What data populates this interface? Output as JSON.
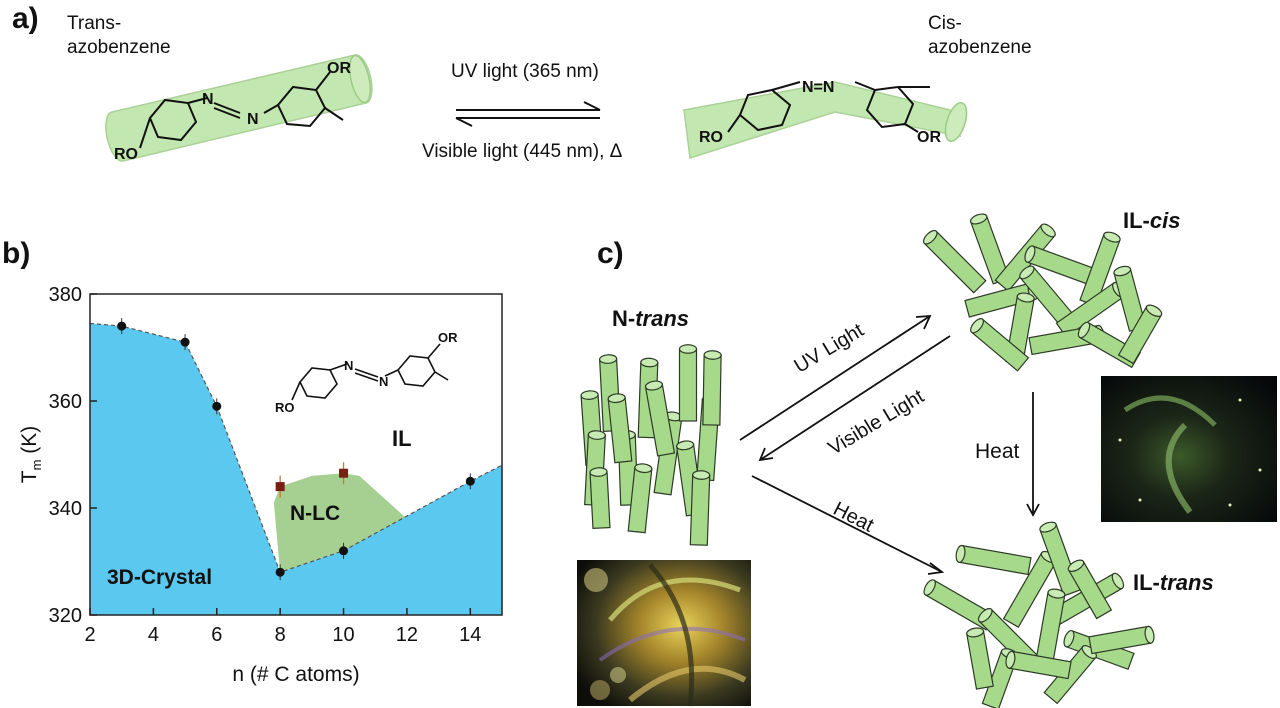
{
  "panel_a": {
    "label": "a)",
    "trans_label": [
      "Trans-",
      "azobenzene"
    ],
    "cis_label": [
      "Cis-",
      "azobenzene"
    ],
    "forward_label": "UV light (365 nm)",
    "reverse_label": "Visible light (445 nm), Δ",
    "substituent": "OR",
    "substituent_left": "RO",
    "azo": "N=N"
  },
  "panel_b": {
    "label": "b)",
    "regions": {
      "il": "IL",
      "nlc": "N-LC",
      "crystal": "3D-Crystal"
    },
    "colors": {
      "crystal": "#5bc8ef",
      "nlc": "#9ccb86",
      "nlc_points": "#7a1e12",
      "crystal_points": "#111111"
    }
  },
  "panel_c": {
    "label": "c)",
    "n_trans": {
      "prefix": "N-",
      "italic": "trans"
    },
    "il_cis": {
      "prefix": "IL-",
      "italic": "cis"
    },
    "il_trans": {
      "prefix": "IL-",
      "italic": "trans"
    },
    "uv_light": "UV Light",
    "visible_light": "Visible Light",
    "heat_diag": "Heat",
    "heat_vert": "Heat",
    "rod_color": "#a6d98a"
  },
  "chart_data": {
    "type": "area",
    "title": "",
    "xlabel": "n (# C atoms)",
    "ylabel": "T_m (K)",
    "xlim": [
      2,
      15
    ],
    "ylim": [
      320,
      380
    ],
    "xticks": [
      2,
      4,
      6,
      8,
      10,
      12,
      14
    ],
    "yticks": [
      320,
      340,
      360,
      380
    ],
    "series": [
      {
        "name": "3D-Crystal",
        "x": [
          2,
          3,
          5,
          6,
          8,
          10,
          14,
          15
        ],
        "y": [
          374.5,
          374,
          371,
          359,
          328,
          332,
          345,
          348
        ]
      },
      {
        "name": "N-LC",
        "x": [
          8,
          10
        ],
        "y": [
          344,
          346.5
        ]
      }
    ],
    "nlc_upper_boundary": {
      "x": [
        7.8,
        8,
        9,
        10,
        10.5,
        12
      ],
      "y": [
        341,
        344,
        346,
        346.5,
        346,
        338
      ]
    }
  }
}
